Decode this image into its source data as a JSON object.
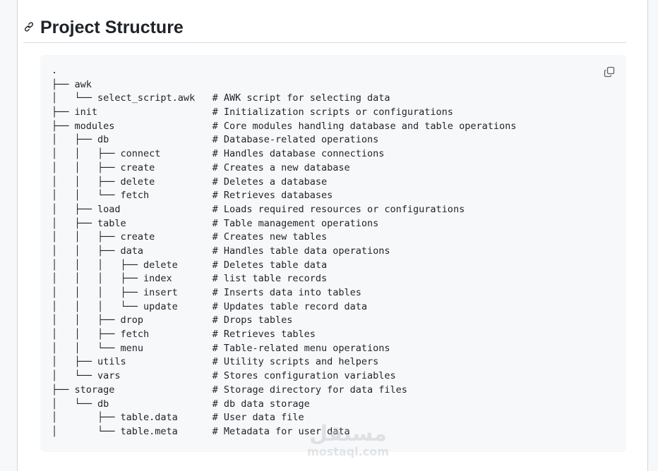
{
  "section": {
    "title": "Project Structure",
    "anchor_icon": "link-icon"
  },
  "code_block": {
    "copy_icon": "copy-icon",
    "lines": [
      ".",
      "├── awk",
      "│   └── select_script.awk   # AWK script for selecting data",
      "├── init                    # Initialization scripts or configurations",
      "├── modules                 # Core modules handling database and table operations",
      "│   ├── db                  # Database-related operations",
      "│   │   ├── connect         # Handles database connections",
      "│   │   ├── create          # Creates a new database",
      "│   │   ├── delete          # Deletes a database",
      "│   │   └── fetch           # Retrieves databases",
      "│   ├── load                # Loads required resources or configurations",
      "│   ├── table               # Table management operations",
      "│   │   ├── create          # Creates new tables",
      "│   │   ├── data            # Handles table data operations",
      "│   │   │   ├── delete      # Deletes table data",
      "│   │   │   ├── index       # list table records",
      "│   │   │   ├── insert      # Inserts data into tables",
      "│   │   │   └── update      # Updates table record data",
      "│   │   ├── drop            # Drops tables",
      "│   │   ├── fetch           # Retrieves tables",
      "│   │   └── menu            # Table-related menu operations",
      "│   ├── utils               # Utility scripts and helpers",
      "│   └── vars                # Stores configuration variables",
      "├── storage                 # Storage directory for data files",
      "│   └── db                  # db data storage",
      "│       ├── table.data      # User data file",
      "│       └── table.meta      # Metadata for user data"
    ]
  },
  "watermark": {
    "arabic": "مستقل",
    "latin": "mostaql.com"
  }
}
